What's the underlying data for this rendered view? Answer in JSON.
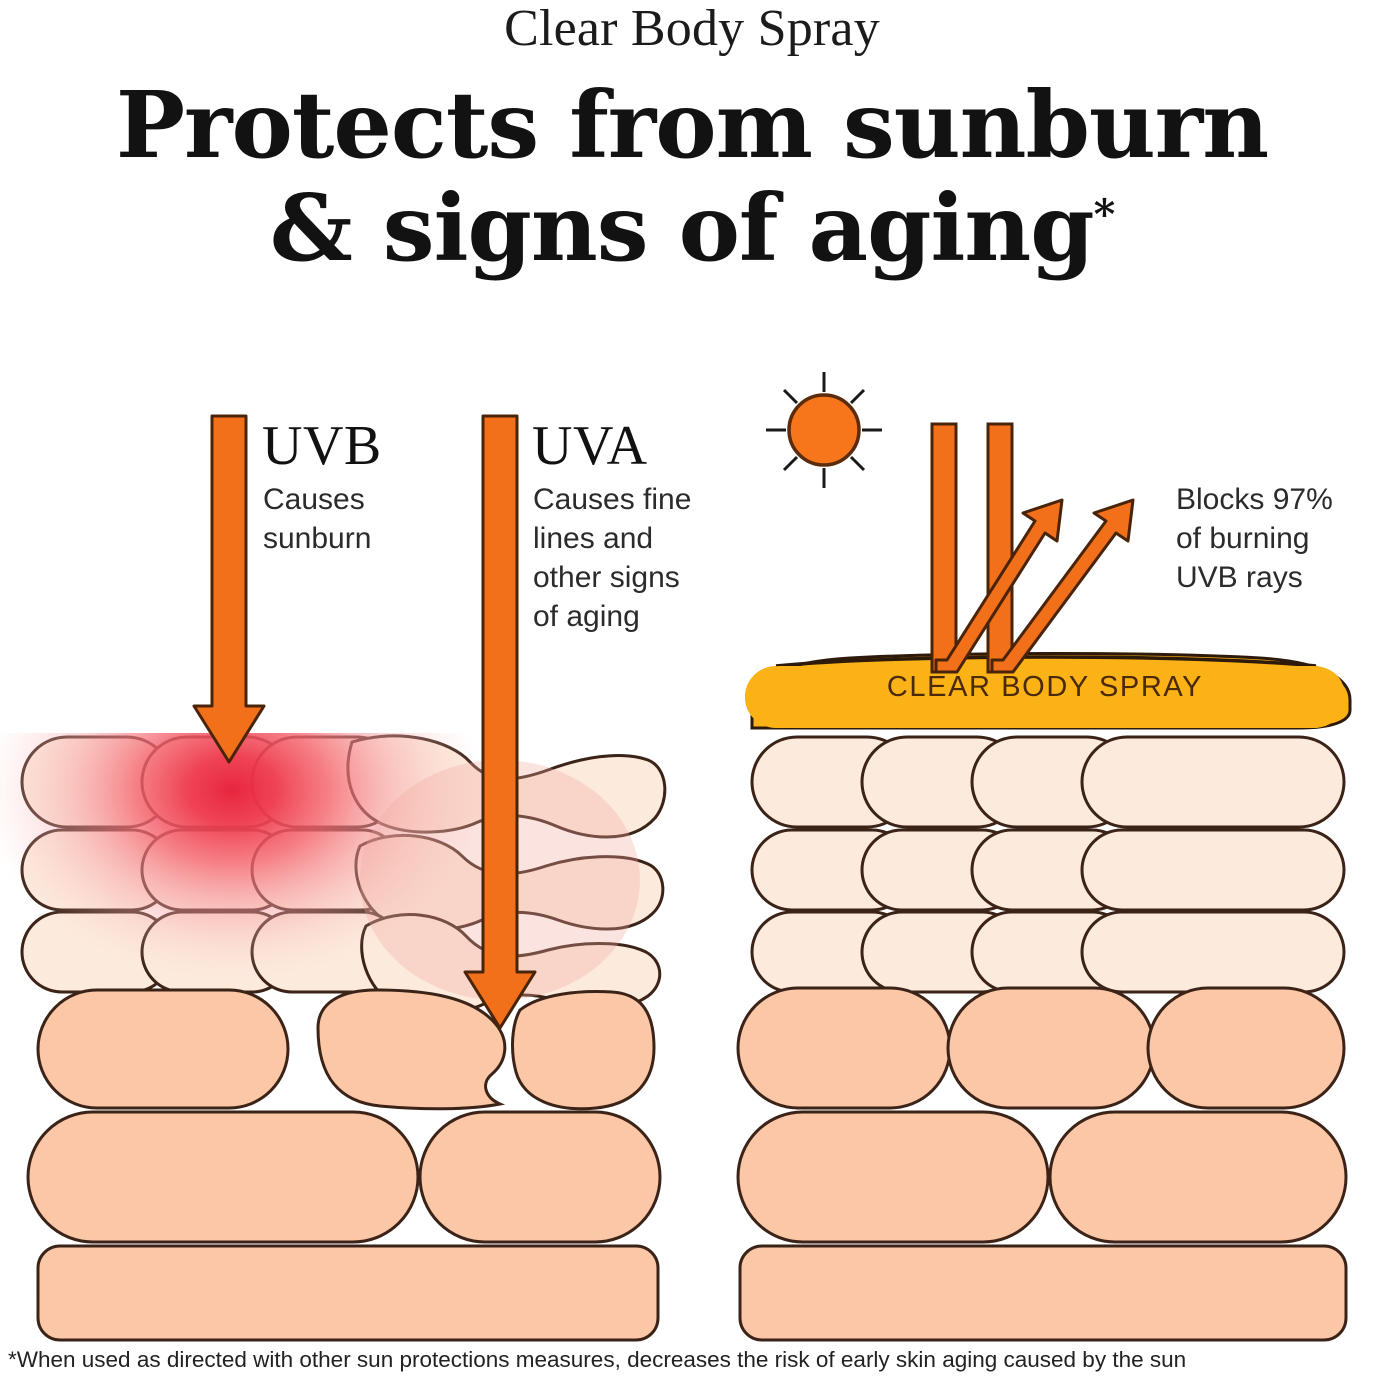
{
  "header": {
    "kicker": "Clear Body Spray",
    "headline_line1": "Protects from sunburn",
    "headline_line2": "& signs of aging",
    "headline_asterisk": "*"
  },
  "left_panel": {
    "uvb": {
      "title": "UVB",
      "description": "Causes\nsunburn",
      "arrow_color": "#F2701A",
      "effect": "sunburn-red-glow"
    },
    "uva": {
      "title": "UVA",
      "description": "Causes fine\nlines and\nother signs\nof aging",
      "arrow_color": "#F2701A",
      "effect": "wrinkled-distorted-cells"
    }
  },
  "right_panel": {
    "sun_icon": "sun-icon",
    "sunscreen_band_label": "CLEAR BODY SPRAY",
    "sunscreen_band_color": "#FBB216",
    "blocks_description": "Blocks 97%\nof burning\nUVB rays",
    "incoming_rays": 2,
    "reflected_rays": 2
  },
  "skin": {
    "surface_cell_color": "#FCEADD",
    "deep_cell_color": "#FBC7A6",
    "outline_color": "#3b2318",
    "burn_color": "#EE3B4E",
    "top_layer_rows": 3,
    "deep_layer_rows": 3
  },
  "footnote": "*When used as directed with other sun protections measures, decreases the risk of early skin aging caused by the sun"
}
